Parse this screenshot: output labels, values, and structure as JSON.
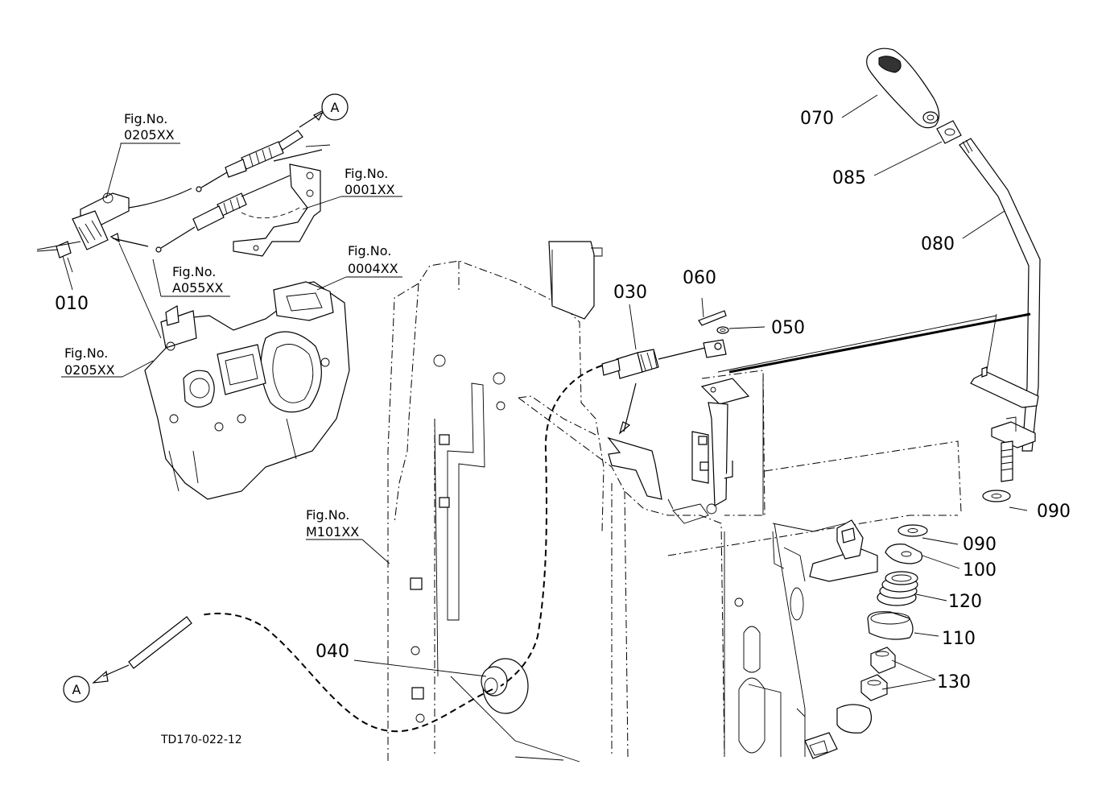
{
  "drawing_number": "TD170-022-12",
  "refs": {
    "ref_a": "A",
    "ref_a_bottom": "A"
  },
  "fig_refs": {
    "f0205_top": {
      "title": "Fig.No.",
      "code": "0205XX"
    },
    "f0001": {
      "title": "Fig.No.",
      "code": "0001XX"
    },
    "fA055": {
      "title": "Fig.No.",
      "code": "A055XX"
    },
    "f0004": {
      "title": "Fig.No.",
      "code": "0004XX"
    },
    "f0205_mid": {
      "title": "Fig.No.",
      "code": "0205XX"
    },
    "fM101": {
      "title": "Fig.No.",
      "code": "M101XX"
    }
  },
  "part_labels": {
    "p010": "010",
    "p030": "030",
    "p040": "040",
    "p050": "050",
    "p060": "060",
    "p070": "070",
    "p080": "080",
    "p085": "085",
    "p090_a": "090",
    "p090_b": "090",
    "p100": "100",
    "p110": "110",
    "p120": "120",
    "p130": "130"
  }
}
